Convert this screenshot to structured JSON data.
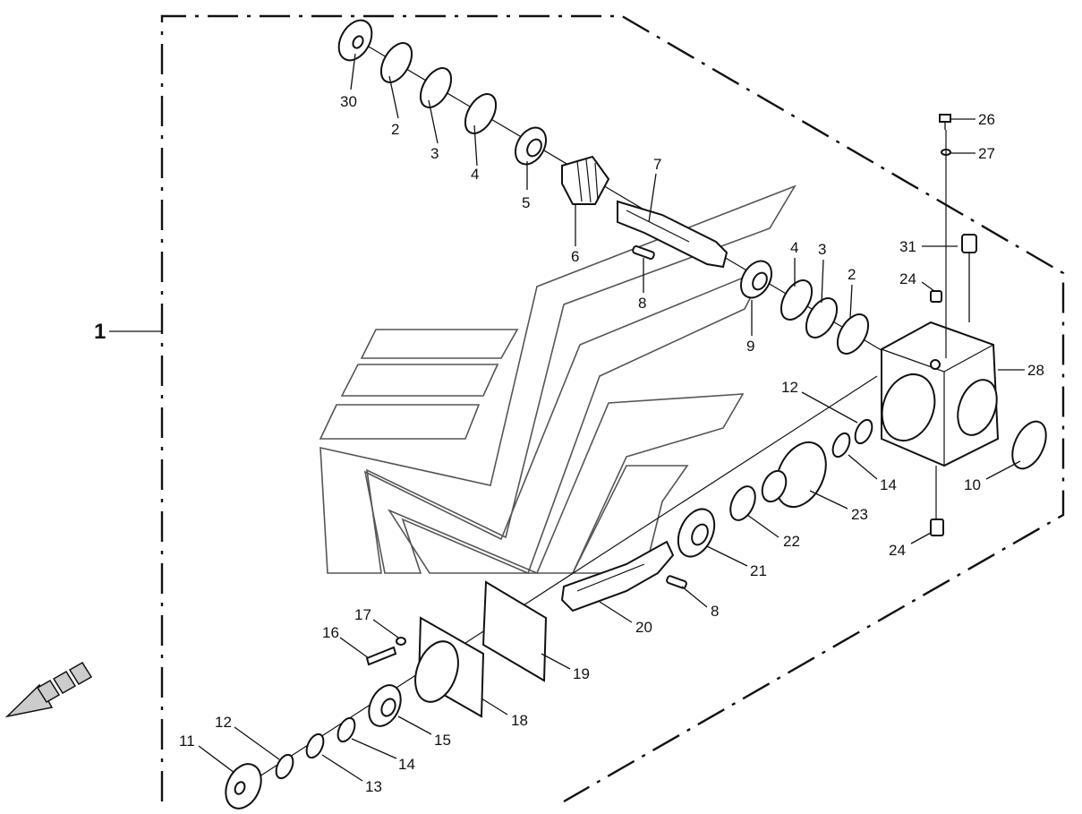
{
  "assembly_label": "1",
  "callouts": {
    "c30": "30",
    "c2a": "2",
    "c3a": "3",
    "c4a": "4",
    "c5": "5",
    "c6": "6",
    "c7": "7",
    "c8a": "8",
    "c9": "9",
    "c4b": "4",
    "c3b": "3",
    "c2b": "2",
    "c31": "31",
    "c26": "26",
    "c27": "27",
    "c24a": "24",
    "c28": "28",
    "c12a": "12",
    "c14a": "14",
    "c10": "10",
    "c23": "23",
    "c22": "22",
    "c24b": "24",
    "c21": "21",
    "c8b": "8",
    "c20": "20",
    "c19": "19",
    "c17": "17",
    "c16": "16",
    "c18": "18",
    "c15": "15",
    "c14b": "14",
    "c13": "13",
    "c12b": "12",
    "c11": "11"
  },
  "icons": [
    "direction-arrow-icon",
    "watermark-logo"
  ]
}
